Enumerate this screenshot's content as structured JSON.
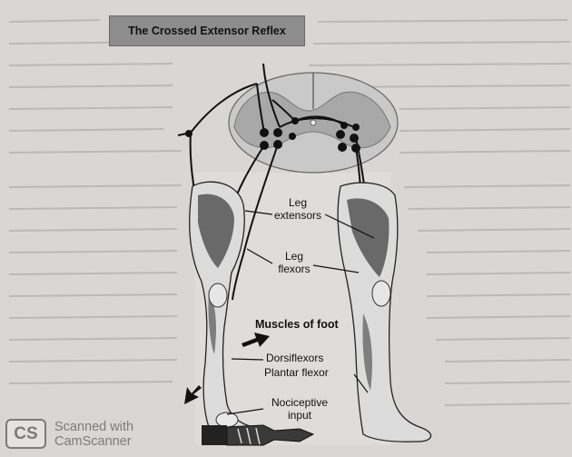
{
  "title": "The Crossed Extensor Reflex",
  "labels": {
    "leg_extensors": "Leg\nextensors",
    "leg_flexors": "Leg\nflexors",
    "muscles_of_foot": "Muscles of foot",
    "dorsiflexors": "Dorsiflexors",
    "plantar_flexor": "Plantar flexor",
    "nociceptive_input": "Nociceptive\ninput"
  },
  "watermark": {
    "logo": "CS",
    "line1": "Scanned with",
    "line2": "CamScanner"
  },
  "colors": {
    "paper": "#d9d7d3",
    "ink": "#1a1a1a",
    "title_box": "#8d8d8d",
    "spinal_cord": "#c8c8c8",
    "grey_matter": "#a9a9a9",
    "muscle": "#5a5a5a"
  }
}
